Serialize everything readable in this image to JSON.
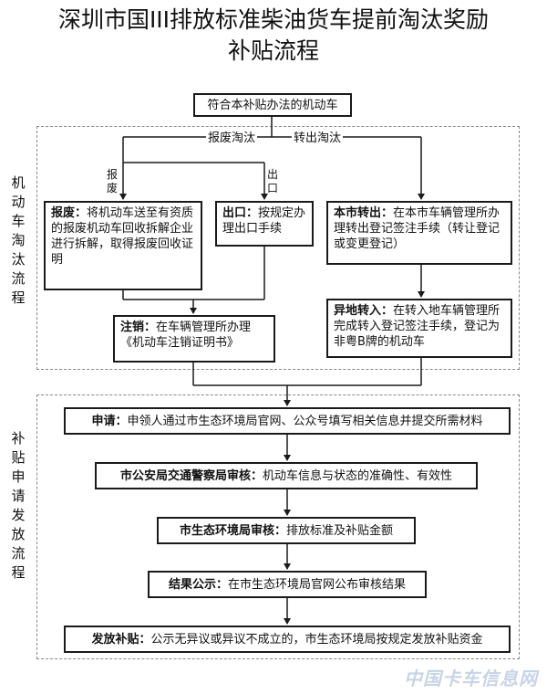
{
  "title": {
    "line1": "深圳市国III排放标准柴油货车提前淘汰奖励",
    "line2": "补贴流程"
  },
  "top_box": "符合本补贴办法的机动车",
  "branch_labels": {
    "scrap": "报废淘汰",
    "transfer": "转出淘汰",
    "scrap_small": [
      "报",
      "废"
    ],
    "export_small": [
      "出",
      "口"
    ]
  },
  "sections": {
    "elimination": [
      "机",
      "动",
      "车",
      "淘",
      "汰",
      "流",
      "程"
    ],
    "subsidy": [
      "补",
      "贴",
      "申",
      "请",
      "发",
      "放",
      "流",
      "程"
    ]
  },
  "boxes": {
    "scrap": {
      "bold": "报废：",
      "text": "将机动车送至有资质的报废机动车回收拆解企业进行拆解，取得报废回收证明"
    },
    "export": {
      "bold": "出口：",
      "text": "按规定办理出口手续"
    },
    "local_out": {
      "bold": "本市转出：",
      "text": "在本市车辆管理所办理转出登记签注手续（转让登记或变更登记）"
    },
    "cancel": {
      "bold": "注销：",
      "text": "在车辆管理所办理《机动车注销证明书》"
    },
    "other_in": {
      "bold": "异地转入：",
      "text": "在转入地车辆管理所完成转入登记签注手续，登记为非粤B牌的机动车"
    },
    "apply": {
      "bold": "申请：",
      "text": "申领人通过市生态环境局官网、公众号填写相关信息并提交所需材料"
    },
    "police": {
      "bold": "市公安局交通警察局审核：",
      "text": "机动车信息与状态的准确性、有效性"
    },
    "env": {
      "bold": "市生态环境局审核：",
      "text": "排放标准及补贴金额"
    },
    "publish": {
      "bold": "结果公示：",
      "text": "在市生态环境局官网公布审核结果"
    },
    "pay": {
      "bold": "发放补贴：",
      "text": "公示无异议或异议不成立的，市生态环境局按规定发放补贴资金"
    }
  },
  "watermark": "中国卡车信息网"
}
